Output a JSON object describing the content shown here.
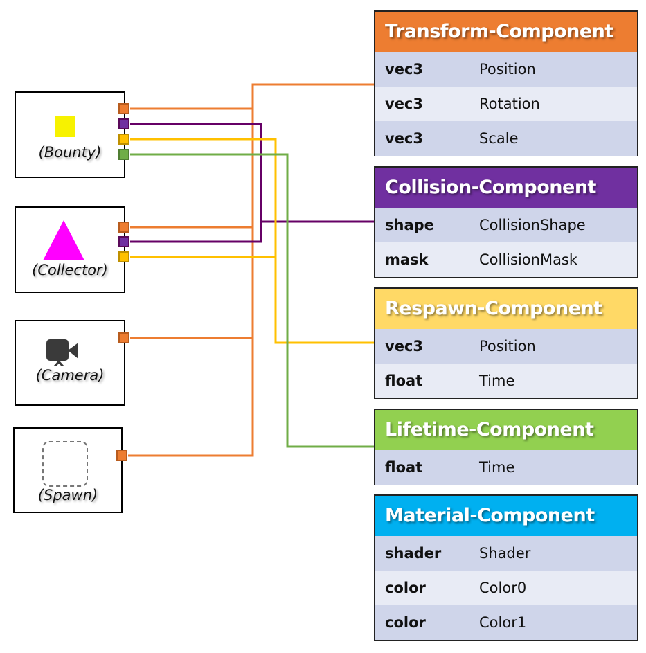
{
  "entities": [
    {
      "id": "bounty",
      "label": "(Bounty)",
      "icon": "yellow-square",
      "icon_color": "#f7f200"
    },
    {
      "id": "collector",
      "label": "(Collector)",
      "icon": "magenta-triangle",
      "icon_color": "#ff00ff"
    },
    {
      "id": "camera",
      "label": "(Camera)",
      "icon": "camera-icon",
      "icon_color": "#3a3a3a"
    },
    {
      "id": "spawn",
      "label": "(Spawn)",
      "icon": "dashed-rounded-square",
      "icon_color": "#777777"
    }
  ],
  "components": [
    {
      "id": "transform",
      "title": "Transform-Component",
      "color": "#ed7d31",
      "fields": [
        {
          "type": "vec3",
          "name": "Position"
        },
        {
          "type": "vec3",
          "name": "Rotation"
        },
        {
          "type": "vec3",
          "name": "Scale"
        }
      ]
    },
    {
      "id": "collision",
      "title": "Collision-Component",
      "color": "#7030a0",
      "fields": [
        {
          "type": "shape",
          "name": "CollisionShape"
        },
        {
          "type": "mask",
          "name": "CollisionMask"
        }
      ]
    },
    {
      "id": "respawn",
      "title": "Respawn-Component",
      "color": "#ffd966",
      "fields": [
        {
          "type": "vec3",
          "name": "Position"
        },
        {
          "type": "float",
          "name": "Time"
        }
      ]
    },
    {
      "id": "lifetime",
      "title": "Lifetime-Component",
      "color": "#92d050",
      "fields": [
        {
          "type": "float",
          "name": "Time"
        }
      ]
    },
    {
      "id": "material",
      "title": "Material-Component",
      "color": "#00b0f0",
      "fields": [
        {
          "type": "shader",
          "name": "Shader"
        },
        {
          "type": "color",
          "name": "Color0"
        },
        {
          "type": "color",
          "name": "Color1"
        }
      ]
    }
  ],
  "connections": [
    {
      "entity": "bounty",
      "components": [
        "transform",
        "collision",
        "respawn",
        "lifetime"
      ]
    },
    {
      "entity": "collector",
      "components": [
        "transform",
        "collision",
        "respawn"
      ]
    },
    {
      "entity": "camera",
      "components": [
        "transform"
      ]
    },
    {
      "entity": "spawn",
      "components": [
        "transform"
      ]
    }
  ],
  "wire_colors": {
    "transform": "#ed7d31",
    "collision": "#660066",
    "respawn": "#ffc000",
    "lifetime": "#70ad47"
  },
  "port_colors": {
    "transform": {
      "fill": "#ed7d31",
      "border": "#b85c1e"
    },
    "collision": {
      "fill": "#7030a0",
      "border": "#5a0a5a"
    },
    "respawn": {
      "fill": "#ffc000",
      "border": "#bf9000"
    },
    "lifetime": {
      "fill": "#70ad47",
      "border": "#507e32"
    }
  }
}
